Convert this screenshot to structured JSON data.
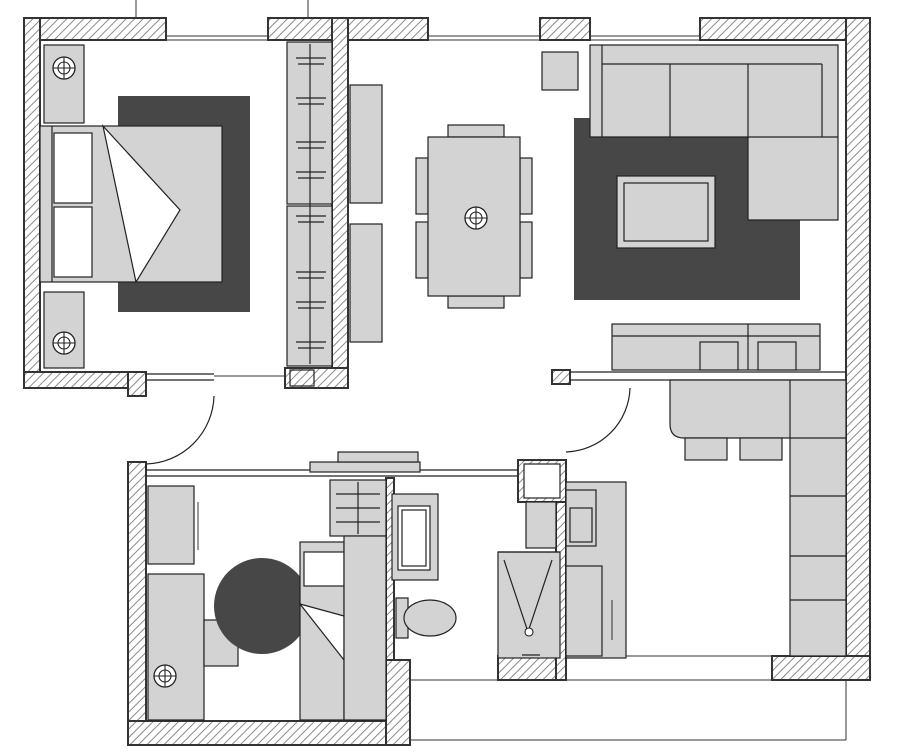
{
  "diagram": {
    "kind": "floor-plan",
    "rooms": [
      "master-bedroom",
      "living-dining",
      "kitchen",
      "second-bedroom",
      "bathroom",
      "corridor"
    ],
    "colors": {
      "background": "#ffffff",
      "furniture": "#d3d3d3",
      "rug": "#474747",
      "wall_outline": "#333333",
      "hatch": "#8a8a8a"
    },
    "icons": [
      "lamp-icon",
      "lamp-icon",
      "lamp-icon",
      "lamp-icon",
      "lamp-icon",
      "shower-drain-icon"
    ]
  }
}
